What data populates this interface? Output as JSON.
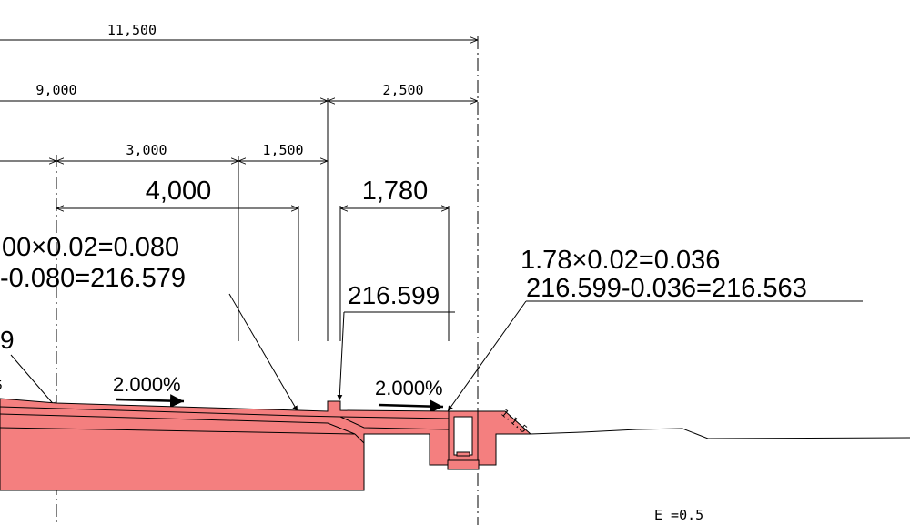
{
  "dimensions": {
    "overall": "11,500",
    "left_span": "9,000",
    "right_span": "2,500",
    "sub_a": "3,000",
    "sub_b": "1,500",
    "lane_width": "4,000",
    "shoulder_width": "1,780"
  },
  "annotations": {
    "left_calc_line1": "00×0.02=0.080",
    "left_calc_line2": "-0.080=216.579",
    "center_elevation": "216.599",
    "right_calc_line1": "1.78×0.02=0.036",
    "right_calc_line2": "216.599-0.036=216.563",
    "left_edge_digit": "9",
    "left_edge_fragment": "5",
    "slope_ratio": "1:1.5",
    "e_label": "E =0.5"
  },
  "slopes": {
    "left": "2.000%",
    "right": "2.000%"
  },
  "colors": {
    "pavement_fill": "#f47f7f",
    "line": "#000000",
    "background": "#ffffff"
  }
}
